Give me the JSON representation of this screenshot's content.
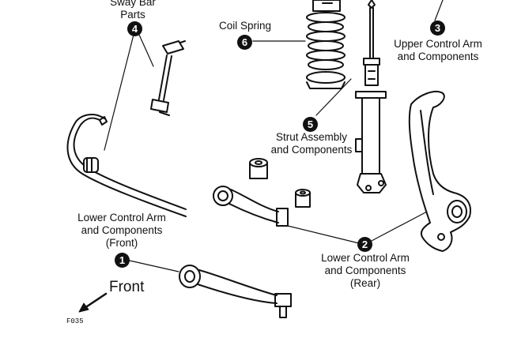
{
  "callouts": [
    {
      "number": "1",
      "label_lines": [
        "Lower Control Arm",
        "and Components",
        "(Front)"
      ]
    },
    {
      "number": "2",
      "label_lines": [
        "Lower Control Arm",
        "and Components",
        "(Rear)"
      ]
    },
    {
      "number": "3",
      "label_lines": [
        "Upper Control Arm",
        "and Components"
      ]
    },
    {
      "number": "4",
      "label_lines": [
        "Sway Bar",
        "Parts"
      ]
    },
    {
      "number": "5",
      "label_lines": [
        "Strut Assembly",
        "and Components"
      ]
    },
    {
      "number": "6",
      "label_lines": [
        "Coil Spring"
      ]
    }
  ],
  "direction": {
    "label": "Front"
  },
  "figure_id": "F035"
}
